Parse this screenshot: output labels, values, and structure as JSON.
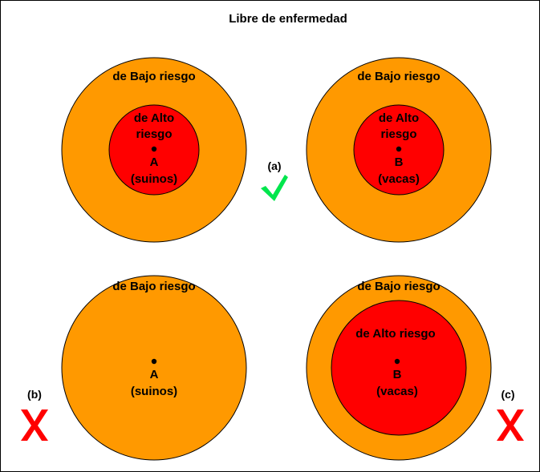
{
  "title": "Libre de enfermedad",
  "colors": {
    "low_risk": "#FF9900",
    "high_risk": "#FF0000",
    "check": "#00E64D",
    "cross": "#FF0000"
  },
  "panels": {
    "top_left": {
      "outer_label": "de Bajo riesgo",
      "inner_label_line1": "de Alto",
      "inner_label_line2": "riesgo",
      "point_label": "A",
      "species": "(suinos)"
    },
    "top_right": {
      "outer_label": "de Bajo riesgo",
      "inner_label_line1": "de Alto",
      "inner_label_line2": "riesgo",
      "point_label": "B",
      "species": "(vacas)"
    },
    "bottom_left": {
      "outer_label": "de Bajo riesgo",
      "point_label": "A",
      "species": "(suinos)"
    },
    "bottom_right": {
      "outer_label": "de Bajo riesgo",
      "inner_label": "de Alto riesgo",
      "point_label": "B",
      "species": "(vacas)"
    }
  },
  "markers": {
    "a": {
      "label": "(a)",
      "symbol": "check-icon"
    },
    "b": {
      "label": "(b)",
      "symbol": "cross-icon"
    },
    "c": {
      "label": "(c)",
      "symbol": "cross-icon"
    }
  }
}
